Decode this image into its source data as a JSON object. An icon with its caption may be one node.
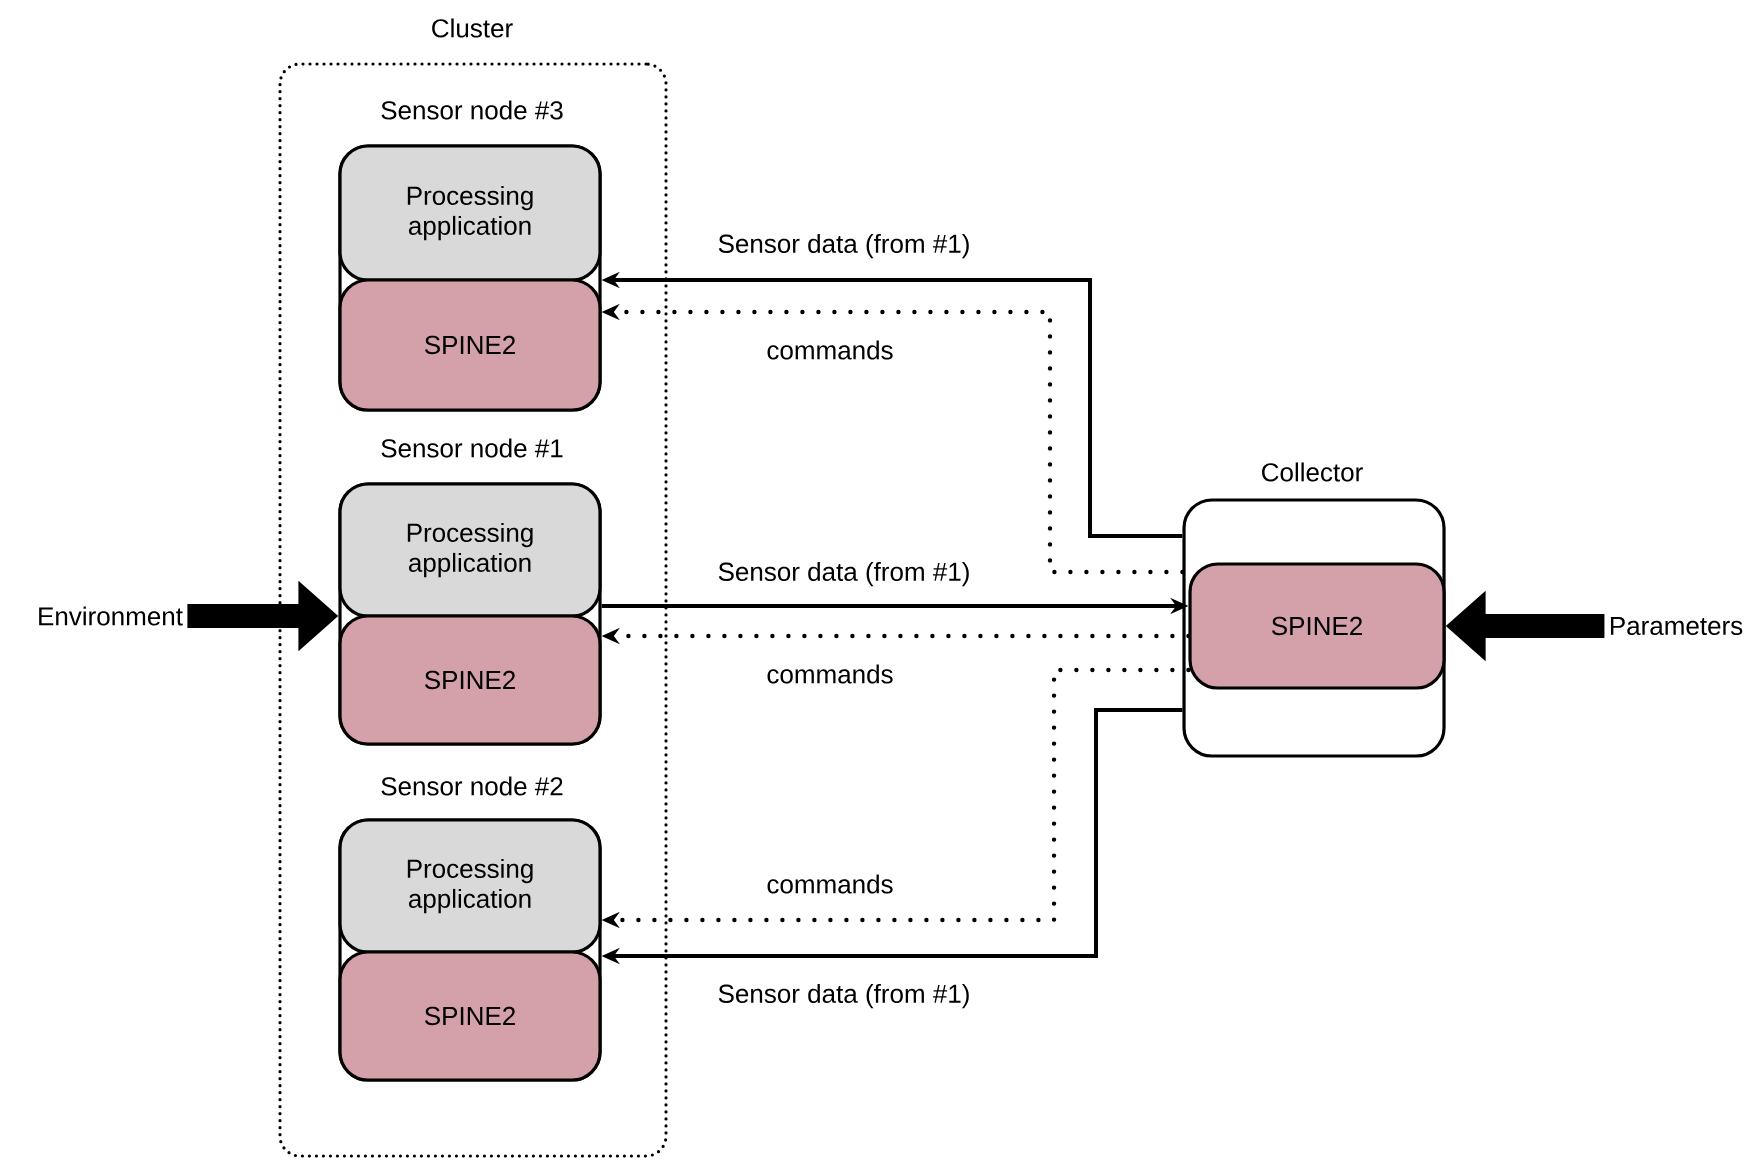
{
  "diagram": {
    "nodes": [
      {
        "text": [
          "Cluster"
        ]
      },
      {
        "text": [
          "Sensor node #3"
        ],
        "in": 0
      },
      {
        "text": [
          "Processing application"
        ],
        "in": 1
      },
      {
        "text": [
          "SPINE2"
        ],
        "in": 1
      },
      {
        "text": [
          "Sensor node #1"
        ],
        "in": 0
      },
      {
        "text": [
          "Processing application"
        ],
        "in": 4
      },
      {
        "text": [
          "SPINE2"
        ],
        "in": 4
      },
      {
        "text": [
          "Sensor node #2"
        ],
        "in": 0
      },
      {
        "text": [
          "Processing application"
        ],
        "in": 7
      },
      {
        "text": [
          "SPINE2"
        ],
        "in": 7
      },
      {
        "text": [
          "Collector"
        ]
      },
      {
        "text": [
          "SPINE2"
        ],
        "in": 10
      },
      {
        "text": [
          "Environment"
        ]
      },
      {
        "text": [
          "Parameters"
        ]
      }
    ],
    "edges": [
      {
        "from": 10,
        "to": 1,
        "arrow": "to",
        "label": "Sensor data (from #1)"
      },
      {
        "from": 10,
        "to": 1,
        "arrow": "to",
        "label": "commands",
        "style": "dashed"
      },
      {
        "from": 4,
        "to": 11,
        "arrow": "to",
        "label": "Sensor data (from #1)"
      },
      {
        "from": 11,
        "to": 4,
        "arrow": "to",
        "label": "commands",
        "style": "dashed"
      },
      {
        "from": 11,
        "to": 7,
        "arrow": "to",
        "label": "commands",
        "style": "dashed"
      },
      {
        "from": 10,
        "to": 7,
        "arrow": "to",
        "label": "Sensor data (from #1)"
      },
      {
        "from": 12,
        "to": 4,
        "arrow": "to",
        "style": "thick"
      },
      {
        "from": 13,
        "to": 11,
        "arrow": "to",
        "style": "thick"
      }
    ]
  }
}
